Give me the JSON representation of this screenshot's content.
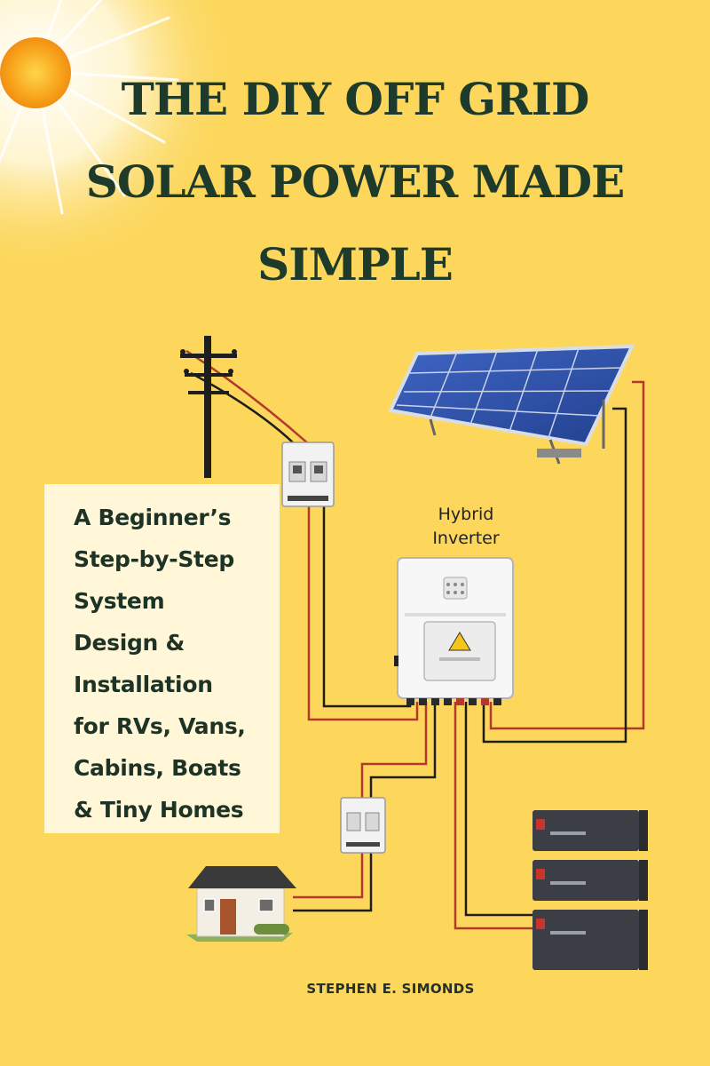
{
  "title_lines": [
    "THE DIY OFF GRID",
    "SOLAR POWER MADE",
    "SIMPLE"
  ],
  "subtitle_lines": [
    "A Beginner’s",
    "Step-by-Step",
    "System",
    "Design &",
    "Installation",
    "for RVs, Vans,",
    "Cabins, Boats",
    "& Tiny Homes"
  ],
  "inverter_label_lines": [
    "Hybrid",
    "Inverter"
  ],
  "author": "STEPHEN E. SIMONDS",
  "colors": {
    "background": "#fcd75c",
    "title": "#1d3a2b",
    "subtitle_box": "#fff7d8",
    "wire_red": "#b23a2c",
    "wire_black": "#1e1e1e",
    "panel_blue": "#2c4fa8",
    "battery_gray": "#3b3e44"
  },
  "illustrations": [
    "sun-icon",
    "utility-pole-icon",
    "solar-panel-icon",
    "breaker-icon",
    "hybrid-inverter-icon",
    "house-icon",
    "battery-stack-icon"
  ]
}
